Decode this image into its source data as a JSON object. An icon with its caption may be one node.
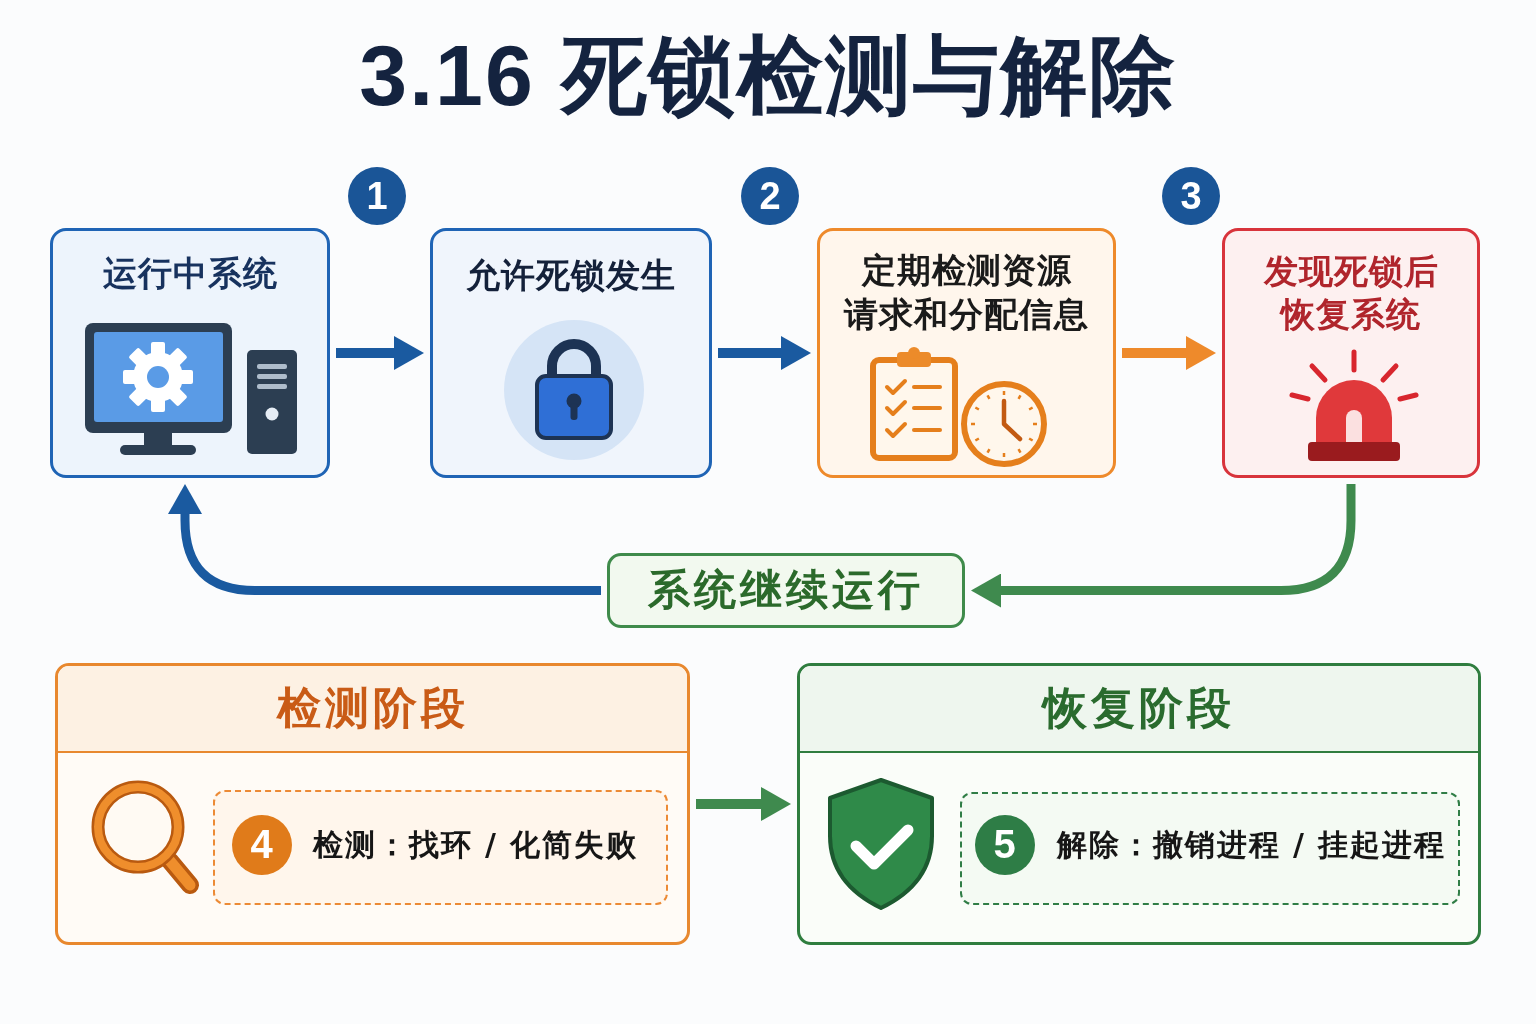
{
  "diagram": {
    "title": "3.16 死锁检测与解除",
    "nodes": [
      {
        "text": [
          "1"
        ]
      },
      {
        "text": [
          "2"
        ]
      },
      {
        "text": [
          "3"
        ]
      },
      {
        "text": [
          "运行中系统"
        ]
      },
      {
        "text": [
          "允许死锁发生"
        ]
      },
      {
        "text": [
          "定期检测资源请求和分配信息"
        ]
      },
      {
        "text": [
          "发现死锁后恢复系统"
        ]
      },
      {
        "text": [
          "系统继续运行"
        ]
      },
      {
        "text": [
          "检测阶段"
        ]
      },
      {
        "text": [
          "检测：找环 / 化简失败"
        ],
        "in": 8
      },
      {
        "text": [
          "4"
        ],
        "in": 9
      },
      {
        "text": [
          "恢复阶段"
        ]
      },
      {
        "text": [
          "解除：撤销进程 / 挂起进程"
        ],
        "in": 11
      },
      {
        "text": [
          "5"
        ],
        "in": 12
      }
    ],
    "edges": [
      {
        "from": 3,
        "to": 4,
        "arrow": "to"
      },
      {
        "from": 4,
        "to": 5,
        "arrow": "to"
      },
      {
        "from": 5,
        "to": 6,
        "arrow": "to",
        "color": "#ee8a2b"
      },
      {
        "from": 6,
        "to": 7,
        "arrow": "to",
        "color": "#3f8a4e"
      },
      {
        "from": 7,
        "to": 3,
        "arrow": "to"
      },
      {
        "from": 8,
        "to": 11,
        "arrow": "to",
        "color": "#3f8a4e"
      }
    ]
  }
}
